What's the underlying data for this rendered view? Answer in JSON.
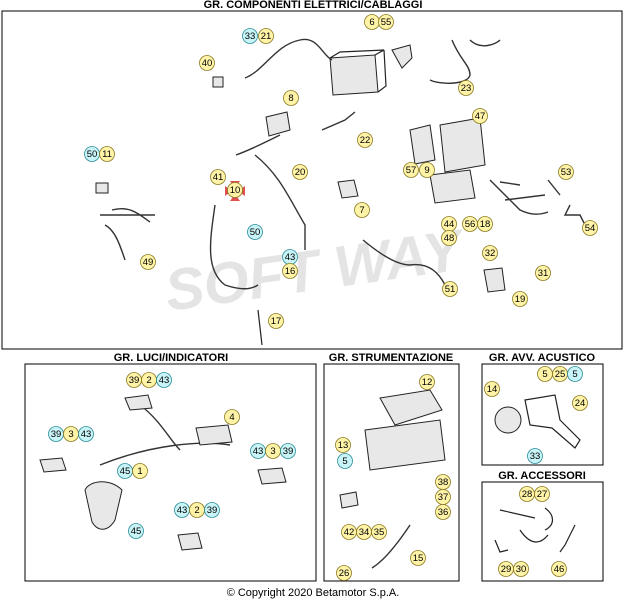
{
  "sections": {
    "electrical": "GR. COMPONENTI ELETTRICI/CABLAGGI",
    "lights": "GR. LUCI/INDICATORI",
    "instruments": "GR. STRUMENTAZIONE",
    "horn": "GR. AVV. ACUSTICO",
    "accessories": "GR. ACCESSORI"
  },
  "copyright": "© Copyright 2020 Betamotor S.p.A.",
  "colors": {
    "callout_yellow": "#fff3a8",
    "callout_cyan": "#c8f4f8",
    "highlight": "#e05050"
  },
  "callouts": {
    "electrical": [
      "33",
      "21",
      "6",
      "55",
      "40",
      "23",
      "8",
      "22",
      "47",
      "50",
      "11",
      "20",
      "57",
      "9",
      "53",
      "41",
      "10",
      "7",
      "56",
      "18",
      "44",
      "48",
      "49",
      "50",
      "43",
      "16",
      "32",
      "31",
      "51",
      "54",
      "19",
      "17"
    ],
    "lights": [
      "39",
      "2",
      "43",
      "4",
      "39",
      "3",
      "43",
      "43",
      "3",
      "39",
      "45",
      "1",
      "43",
      "2",
      "39",
      "45"
    ],
    "instruments": [
      "12",
      "13",
      "5",
      "38",
      "37",
      "36",
      "42",
      "34",
      "35",
      "15",
      "26"
    ],
    "horn": [
      "5",
      "25",
      "5",
      "14",
      "24",
      "33"
    ],
    "accessories": [
      "28",
      "27",
      "29",
      "30",
      "46"
    ]
  }
}
